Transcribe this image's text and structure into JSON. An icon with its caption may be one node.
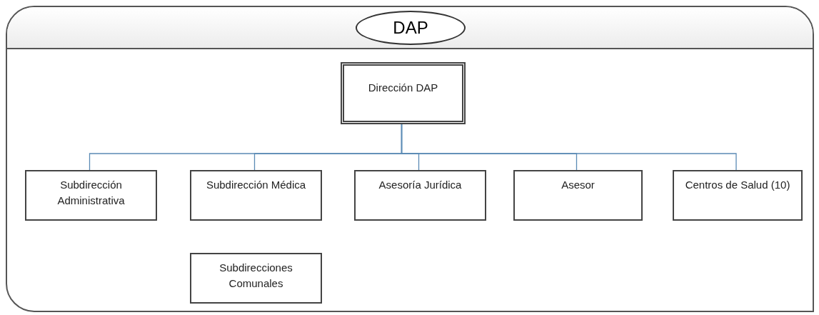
{
  "diagram": {
    "nodes": [
      {
        "text": [
          "DAP"
        ]
      },
      {
        "text": [
          "Dirección DAP"
        ],
        "in": 0
      },
      {
        "text": [
          "Subdirección Administrativa"
        ],
        "in": 0
      },
      {
        "text": [
          "Subdirección Médica"
        ],
        "in": 0
      },
      {
        "text": [
          "Asesoría Jurídica"
        ],
        "in": 0
      },
      {
        "text": [
          "Asesor"
        ],
        "in": 0
      },
      {
        "text": [
          "Centros de Salud (10)"
        ],
        "in": 0
      },
      {
        "text": [
          "Subdirecciones Comunales"
        ],
        "in": 0
      }
    ],
    "edges": [
      {
        "from": 1,
        "to": 2,
        "arrow": "none"
      },
      {
        "from": 1,
        "to": 3,
        "arrow": "none"
      },
      {
        "from": 1,
        "to": 4,
        "arrow": "none"
      },
      {
        "from": 1,
        "to": 5,
        "arrow": "none"
      },
      {
        "from": 1,
        "to": 6,
        "arrow": "none"
      }
    ]
  }
}
